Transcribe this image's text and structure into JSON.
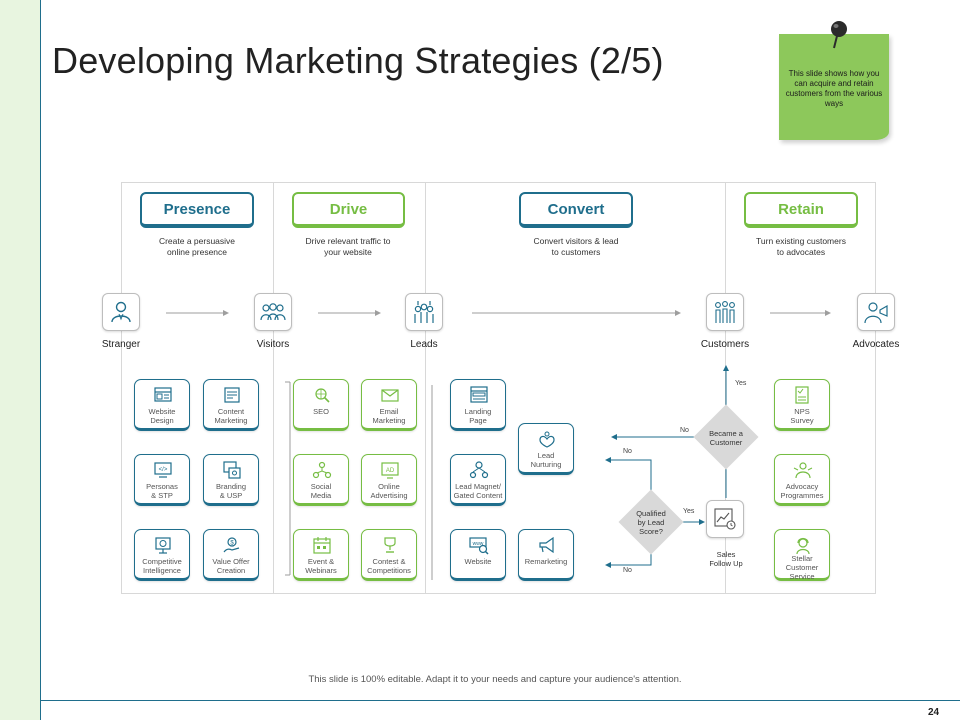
{
  "slide": {
    "title": "Developing Marketing Strategies  (2/5)",
    "note": "This slide shows how you can acquire and retain customers from the various ways",
    "footer": "This slide is 100% editable. Adapt it to your needs and capture your audience's attention.",
    "page_number": "24"
  },
  "stages": [
    {
      "label": "Presence",
      "desc_line1": "Create a persuasive",
      "desc_line2": "online presence",
      "color": "#1f6e8c"
    },
    {
      "label": "Drive",
      "desc_line1": "Drive relevant traffic to",
      "desc_line2": "your website",
      "color": "#76bd43"
    },
    {
      "label": "Convert",
      "desc_line1": "Convert visitors & lead",
      "desc_line2": "to customers",
      "color": "#1f6e8c"
    },
    {
      "label": "Retain",
      "desc_line1": "Turn existing customers",
      "desc_line2": "to advocates",
      "color": "#76bd43"
    }
  ],
  "people": [
    {
      "label": "Stranger",
      "icon": "person-icon"
    },
    {
      "label": "Visitors",
      "icon": "group-icon"
    },
    {
      "label": "Leads",
      "icon": "group-raised-icon"
    },
    {
      "label": "Customers",
      "icon": "crowd-icon"
    },
    {
      "label": "Advocates",
      "icon": "megaphone-person-icon"
    }
  ],
  "presence_tiles": [
    {
      "l1": "Website",
      "l2": "Design",
      "icon": "website-icon"
    },
    {
      "l1": "Content",
      "l2": "Marketing",
      "icon": "content-icon"
    },
    {
      "l1": "Personas",
      "l2": "& STP",
      "icon": "persona-icon"
    },
    {
      "l1": "Branding",
      "l2": "& USP",
      "icon": "branding-icon"
    },
    {
      "l1": "Competitive",
      "l2": "Intelligence",
      "icon": "intelligence-icon"
    },
    {
      "l1": "Value Offer",
      "l2": "Creation",
      "icon": "value-icon"
    }
  ],
  "drive_tiles": [
    {
      "l1": "SEO",
      "l2": "",
      "icon": "seo-icon"
    },
    {
      "l1": "Email",
      "l2": "Marketing",
      "icon": "email-icon"
    },
    {
      "l1": "Social",
      "l2": "Media",
      "icon": "social-icon"
    },
    {
      "l1": "Online",
      "l2": "Advertising",
      "icon": "ad-icon"
    },
    {
      "l1": "Event &",
      "l2": "Webinars",
      "icon": "event-icon"
    },
    {
      "l1": "Contest &",
      "l2": "Competitions",
      "icon": "contest-icon"
    }
  ],
  "convert_tiles": [
    {
      "l1": "Landing",
      "l2": "Page",
      "icon": "landing-icon"
    },
    {
      "l1": "Lead Magnet/",
      "l2": "Gated Content",
      "icon": "magnet-icon"
    },
    {
      "l1": "Website",
      "l2": "",
      "icon": "www-icon"
    },
    {
      "l1": "Lead",
      "l2": "Nurturing",
      "icon": "nurture-icon"
    },
    {
      "l1": "Remarketing",
      "l2": "",
      "icon": "remarketing-icon"
    }
  ],
  "retain_tiles": [
    {
      "l1": "NPS",
      "l2": "Survey",
      "icon": "survey-icon"
    },
    {
      "l1": "Advocacy",
      "l2": "Programmes",
      "icon": "advocacy-icon"
    },
    {
      "l1": "Stellar",
      "l2": "Customer",
      "l3": "Service",
      "icon": "service-icon"
    }
  ],
  "flow": {
    "became_l1": "Became a",
    "became_l2": "Customer",
    "qualified_l1": "Qualified",
    "qualified_l2": "by Lead",
    "qualified_l3": "Score?",
    "sales_l1": "Sales",
    "sales_l2": "Follow Up",
    "yes": "Yes",
    "no": "No"
  }
}
